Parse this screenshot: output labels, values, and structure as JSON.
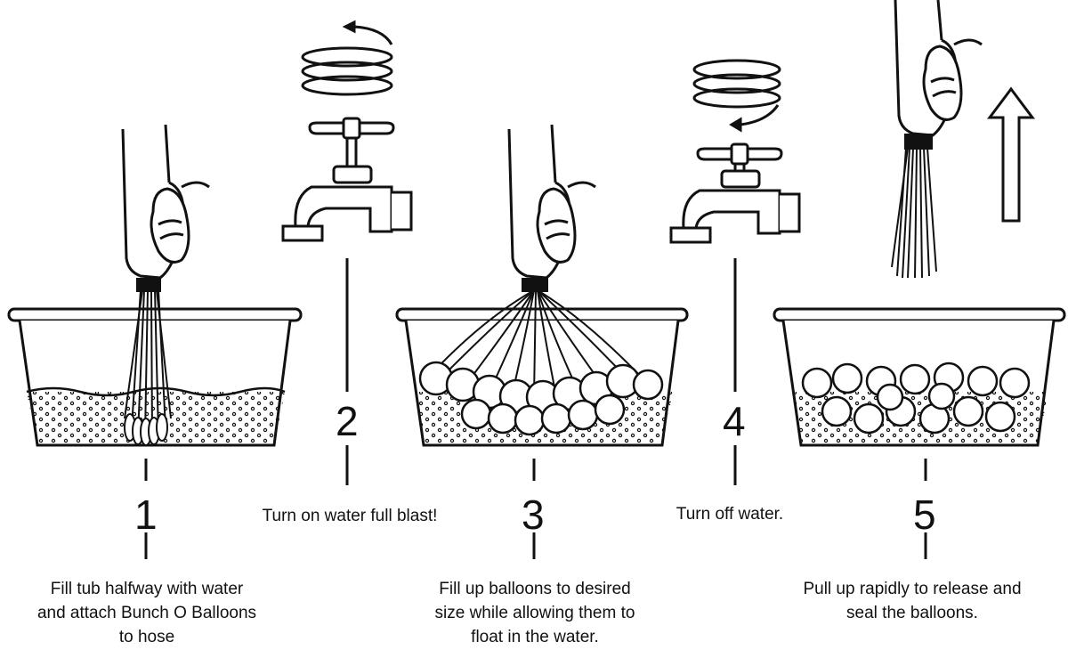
{
  "steps": [
    {
      "number": "1",
      "caption_lines": [
        "Fill tub halfway with water",
        "and attach Bunch O Balloons",
        "to hose"
      ]
    },
    {
      "number": "2",
      "caption_lines": [
        "Turn on water full blast!"
      ]
    },
    {
      "number": "3",
      "caption_lines": [
        "Fill up balloons to desired",
        "size while allowing them to",
        "float in the water."
      ]
    },
    {
      "number": "4",
      "caption_lines": [
        "Turn off water."
      ]
    },
    {
      "number": "5",
      "caption_lines": [
        "Pull up rapidly to release and",
        "seal the balloons."
      ]
    }
  ],
  "colors": {
    "ink": "#111111",
    "background": "#ffffff"
  },
  "icons": [
    "faucet-icon",
    "rotate-arrow-icon",
    "up-arrow-icon",
    "hand-icon",
    "tub-icon",
    "balloon-icon"
  ]
}
